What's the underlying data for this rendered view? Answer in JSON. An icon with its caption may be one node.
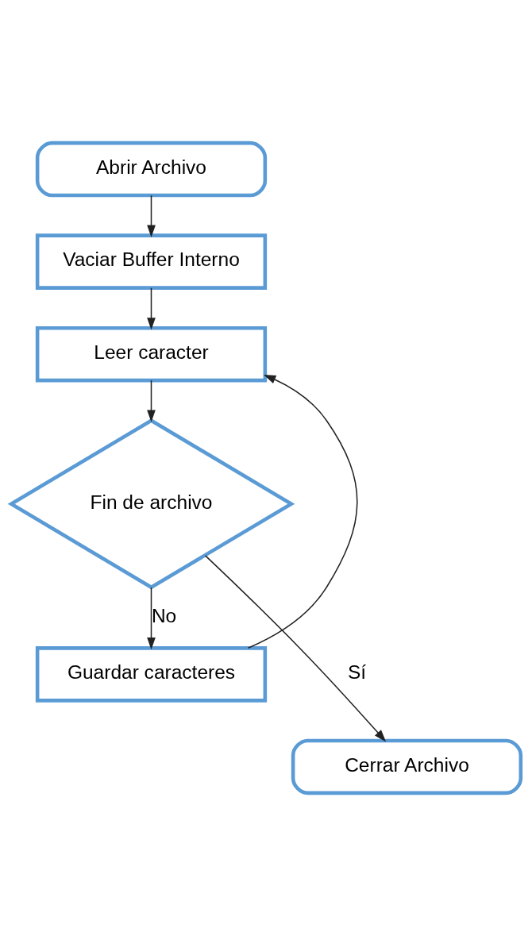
{
  "diagram": {
    "nodes": [
      {
        "text": [
          "Abrir Archivo"
        ]
      },
      {
        "text": [
          "Vaciar Buffer Interno"
        ]
      },
      {
        "text": [
          "Leer caracter"
        ]
      },
      {
        "text": [
          "Fin de archivo"
        ]
      },
      {
        "text": [
          "Guardar caracteres"
        ]
      },
      {
        "text": [
          "Cerrar Archivo"
        ]
      }
    ],
    "edges": [
      {
        "from": 0,
        "to": 1,
        "arrow": "to"
      },
      {
        "from": 1,
        "to": 2,
        "arrow": "to"
      },
      {
        "from": 2,
        "to": 3,
        "arrow": "to"
      },
      {
        "from": 3,
        "to": 4,
        "arrow": "to",
        "label": "No"
      },
      {
        "from": 4,
        "to": 2,
        "arrow": "to"
      },
      {
        "from": 3,
        "to": 5,
        "arrow": "to",
        "label": "Sí"
      }
    ]
  }
}
